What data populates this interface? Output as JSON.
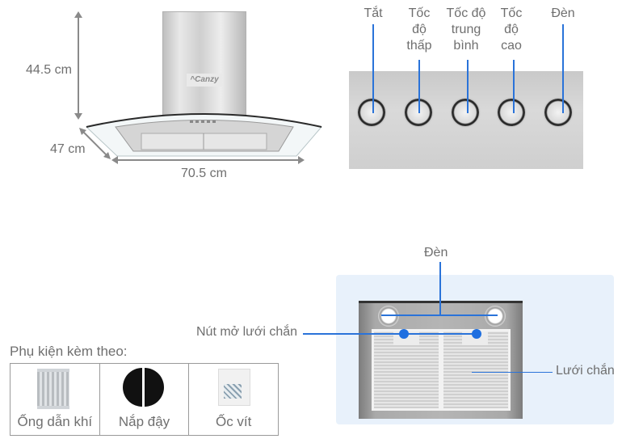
{
  "dimensions": {
    "height": "44.5 cm",
    "depth": "47 cm",
    "width": "70.5 cm",
    "brand": "^Canzy"
  },
  "controls": {
    "labels": [
      [
        "Tắt"
      ],
      [
        "Tốc",
        "độ",
        "thấp"
      ],
      [
        "Tốc độ",
        "trung",
        "bình"
      ],
      [
        "Tốc",
        "độ",
        "cao"
      ],
      [
        "Đèn"
      ]
    ]
  },
  "front_view": {
    "light_label": "Đèn",
    "release_button_label": "Nút mở lưới chắn",
    "filter_label": "Lưới chắn"
  },
  "accessories": {
    "title": "Phụ kiện kèm theo:",
    "items": [
      {
        "name": "Ống dẫn khí",
        "icon": "air-duct"
      },
      {
        "name": "Nắp đậy",
        "icon": "cover-caps"
      },
      {
        "name": "Ốc vít",
        "icon": "screws-bag"
      }
    ]
  },
  "colors": {
    "callout_blue": "#2a73d9",
    "text_gray": "#6f6f6f",
    "glass_tint": "#e8f1fb"
  }
}
